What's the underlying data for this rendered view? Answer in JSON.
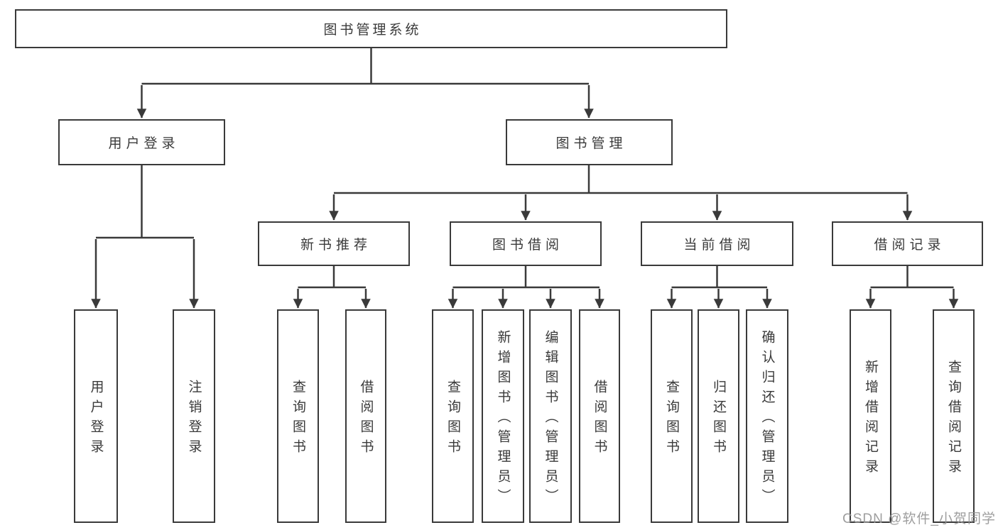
{
  "tree": {
    "label": "图书管理系统",
    "children": [
      {
        "label": "用户登录",
        "children": [
          {
            "label": "用户登录"
          },
          {
            "label": "注销登录"
          }
        ]
      },
      {
        "label": "图书管理",
        "children": [
          {
            "label": "新书推荐",
            "children": [
              {
                "label": "查询图书"
              },
              {
                "label": "借阅图书"
              }
            ]
          },
          {
            "label": "图书借阅",
            "children": [
              {
                "label": "查询图书"
              },
              {
                "label": "新增图书（管理员）"
              },
              {
                "label": "编辑图书（管理员）"
              },
              {
                "label": "借阅图书"
              }
            ]
          },
          {
            "label": "当前借阅",
            "children": [
              {
                "label": "查询图书"
              },
              {
                "label": "归还图书"
              },
              {
                "label": "确认归还（管理员）"
              }
            ]
          },
          {
            "label": "借阅记录",
            "children": [
              {
                "label": "新增借阅记录"
              },
              {
                "label": "查询借阅记录"
              }
            ]
          }
        ]
      }
    ]
  },
  "watermark": {
    "text": "CSDN @软件_小贺同学"
  },
  "colors": {
    "line": "#3a3a3a",
    "box_background": "#ffffff",
    "watermark": "#949494"
  }
}
